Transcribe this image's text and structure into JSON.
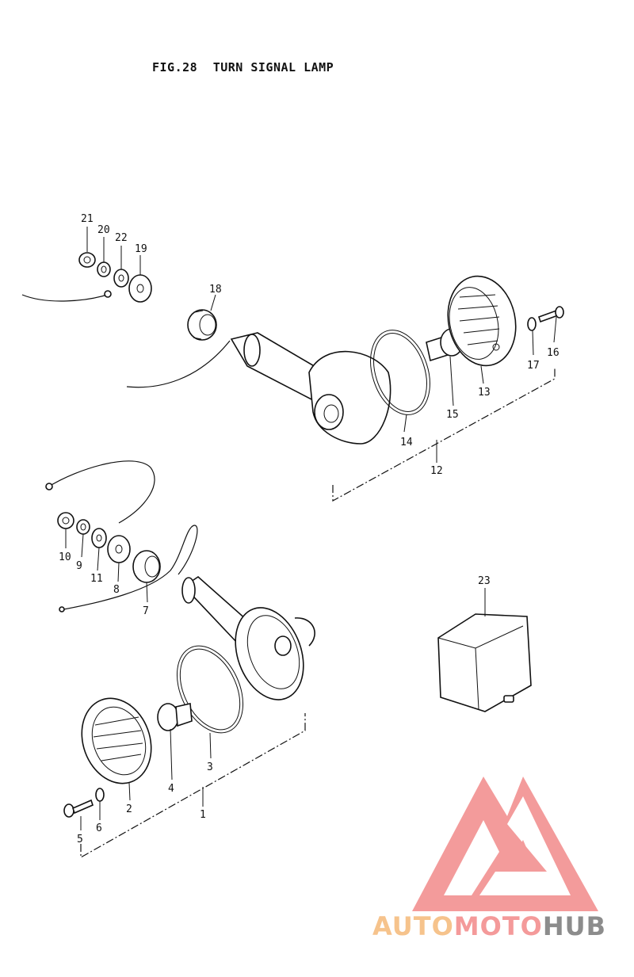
{
  "figure": {
    "number": "FIG.28",
    "title": "TURN SIGNAL LAMP"
  },
  "callouts": [
    "1",
    "2",
    "3",
    "4",
    "5",
    "6",
    "7",
    "8",
    "9",
    "10",
    "11",
    "12",
    "13",
    "14",
    "15",
    "16",
    "17",
    "18",
    "19",
    "20",
    "21",
    "22",
    "23"
  ],
  "watermark": {
    "part1": "AUTO",
    "part2": "MOTO",
    "part3": "HUB",
    "colors": {
      "auto": "#f6c38c",
      "moto": "#f49a9a",
      "hub": "#8c8c8c",
      "logo": "#f28a8a"
    }
  }
}
